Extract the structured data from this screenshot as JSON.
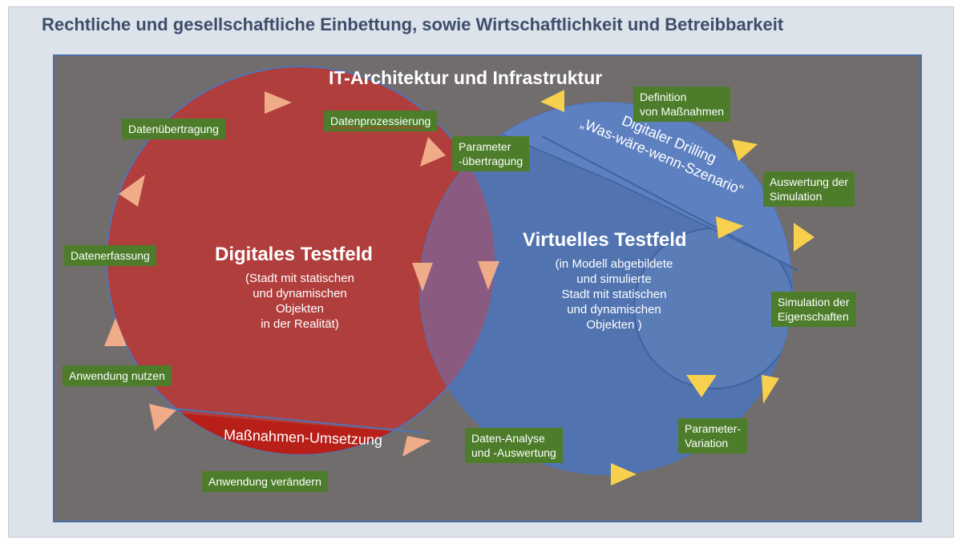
{
  "main_title": "Rechtliche und gesellschaftliche Einbettung,  sowie Wirtschaftlichkeit und Betreibbarkeit",
  "frame_title": "IT-Architektur und Infrastruktur",
  "digital_testfield": {
    "title": "Digitales Testfeld",
    "lines": [
      "(Stadt mit statischen",
      "und dynamischen",
      "Objekten",
      "in der Realität)"
    ]
  },
  "virtual_testfield": {
    "title": "Virtuelles Testfeld",
    "lines": [
      "(in Modell abgebildete",
      "und simulierte",
      "Stadt mit statischen",
      "und dynamischen",
      "Objekten )"
    ]
  },
  "digital_triplet": {
    "line1": "Digitaler Drilling",
    "line2": "„Was-wäre-wenn-Szenario“"
  },
  "measures_band": "Maßnahmen-Umsetzung",
  "boxes": {
    "datenuebertragung": "Datenübertragung",
    "datenprozessierung": "Datenprozessierung",
    "parameter_uebertragung": [
      "Parameter",
      "-übertragung"
    ],
    "definition_massnahmen": [
      "Definition",
      "von Maßnahmen"
    ],
    "auswertung_simulation": [
      "Auswertung der",
      "Simulation"
    ],
    "datenerfassung": "Datenerfassung",
    "simulation_eigenschaften": [
      "Simulation der",
      "Eigenschaften"
    ],
    "anwendung_nutzen": "Anwendung nutzen",
    "parameter_variation": [
      "Parameter-",
      "Variation"
    ],
    "daten_analyse": [
      "Daten-Analyse",
      "und -Auswertung"
    ],
    "anwendung_veraendern": "Anwendung verändern"
  },
  "colors": {
    "red_circle": "#b03e3c",
    "blue_circle": "#4f74b6",
    "label_green": "#4d7d2b",
    "arrow_salmon": "#f0ab88",
    "arrow_yellow": "#f7d04d",
    "background_gray": "#716d6d"
  }
}
